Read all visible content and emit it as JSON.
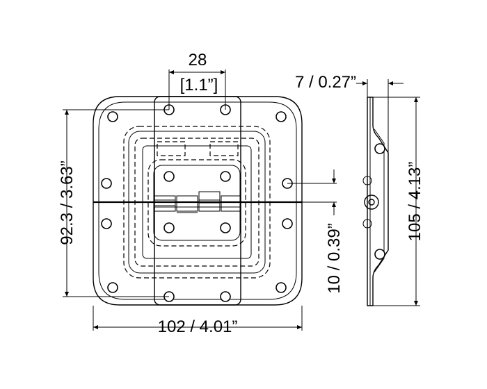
{
  "dimensions": {
    "hinge_width_mm": "28",
    "hinge_width_in": "[1.1”]",
    "depth": "7 / 0.27”",
    "height_left": "92.3 / 3.63”",
    "height_right": "105 / 4.13”",
    "offset": "10 / 0.39”",
    "width_bottom": "102 / 4.01”"
  }
}
